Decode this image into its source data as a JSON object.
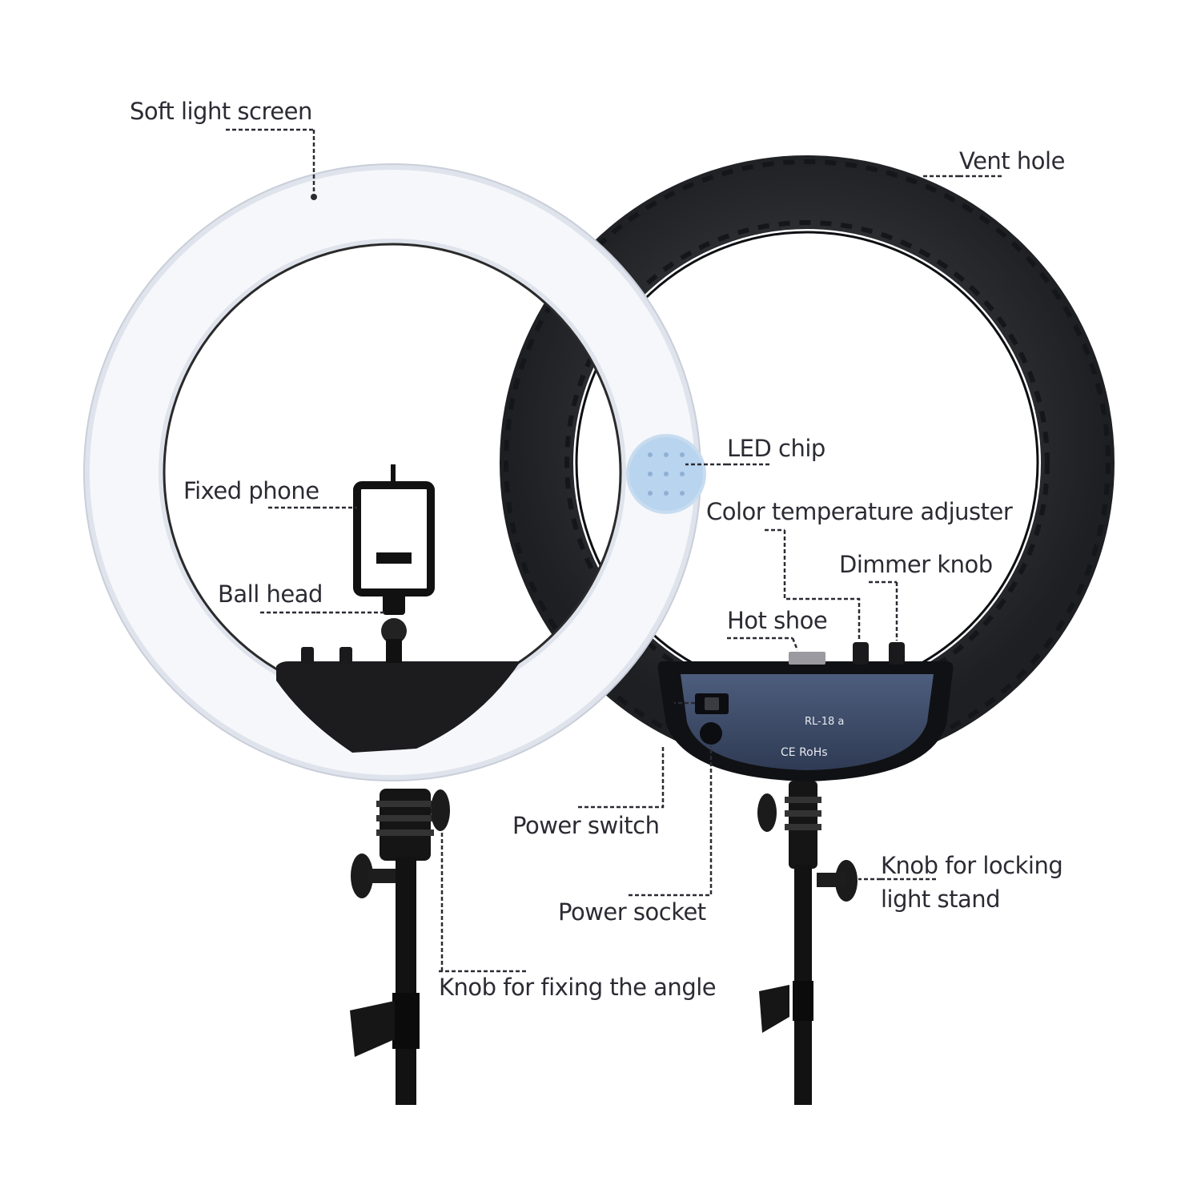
{
  "labels": {
    "soft_light_screen": "Soft light screen",
    "vent_hole": "Vent hole",
    "led_chip": "LED chip",
    "fixed_phone": "Fixed phone",
    "color_temperature_adjuster": "Color temperature adjuster",
    "dimmer_knob": "Dimmer knob",
    "ball_head": "Ball head",
    "hot_shoe": "Hot shoe",
    "power_switch": "Power switch",
    "knob_locking_line1": "Knob for locking",
    "knob_locking_line2": "light stand",
    "power_socket": "Power socket",
    "knob_fixing_angle": "Knob for fixing the angle"
  },
  "control_box": {
    "model": "RL-18 a",
    "marks": "CE  RoHs"
  },
  "colors": {
    "ring_front": "#f4f6fb",
    "ring_back": "#2a2b2f",
    "control_box": "#3b4a66",
    "stand": "#111111",
    "text": "#2b2b33"
  }
}
